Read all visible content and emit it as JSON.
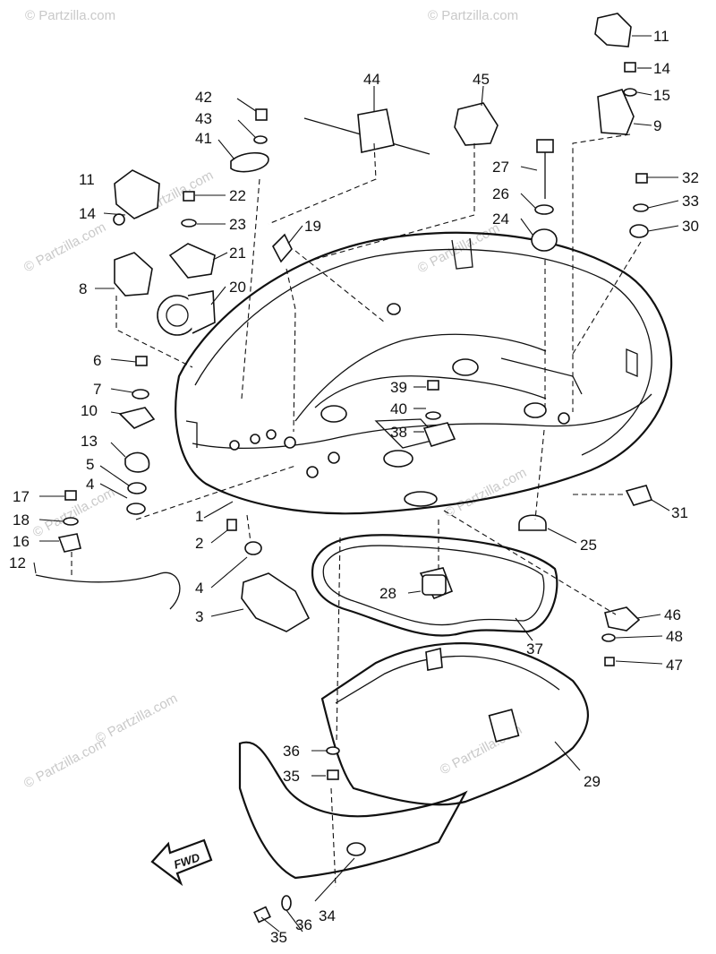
{
  "watermark": "© Partzilla.com",
  "fwd_label": "FWD",
  "callouts": [
    "1",
    "2",
    "3",
    "4",
    "5",
    "6",
    "7",
    "8",
    "9",
    "10",
    "11",
    "12",
    "13",
    "14",
    "15",
    "16",
    "17",
    "18",
    "19",
    "20",
    "21",
    "22",
    "23",
    "24",
    "25",
    "26",
    "27",
    "28",
    "29",
    "30",
    "31",
    "32",
    "33",
    "34",
    "35",
    "36",
    "37",
    "38",
    "39",
    "40",
    "41",
    "42",
    "43",
    "44",
    "45",
    "46",
    "47",
    "48"
  ],
  "colors": {
    "line": "#111111",
    "background": "#ffffff",
    "watermark": "#c9c9c9"
  }
}
